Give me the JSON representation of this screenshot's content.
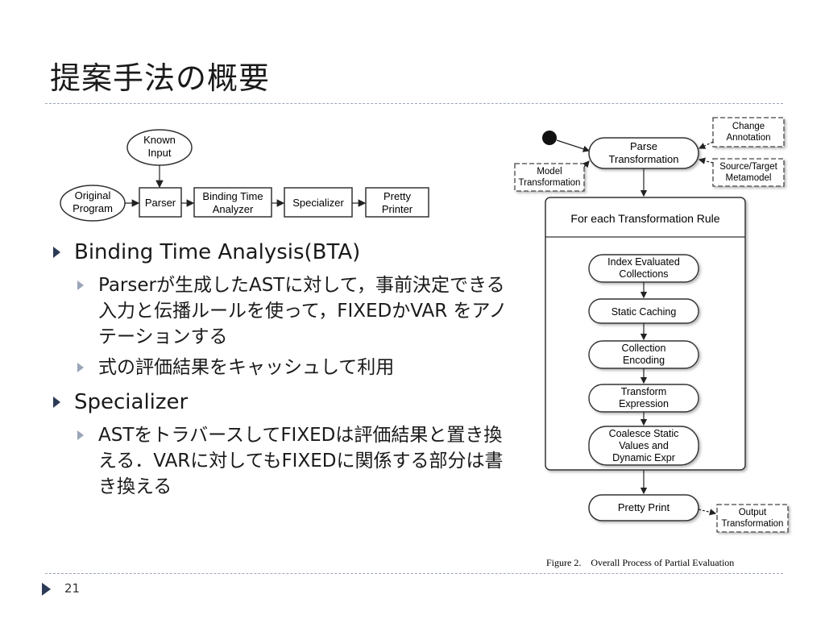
{
  "slide": {
    "title": "提案手法の概要",
    "page_number": "21"
  },
  "left_diagram": {
    "known_input": [
      "Known",
      "Input"
    ],
    "original_program": [
      "Original",
      "Program"
    ],
    "parser": "Parser",
    "bta": [
      "Binding Time",
      "Analyzer"
    ],
    "specializer": "Specializer",
    "pretty_printer": [
      "Pretty",
      "Printer"
    ]
  },
  "bullets": [
    {
      "text": "Binding Time Analysis(BTA)",
      "sub": [
        "Parserが生成したASTに対して，事前決定できる入力と伝播ルールを使って，FIXEDかVAR をアノテーションする",
        "式の評価結果をキャッシュして利用"
      ]
    },
    {
      "text": "Specializer",
      "sub": [
        "ASTをトラバースしてFIXEDは評価結果と置き換える．VARに対してもFIXEDに関係する部分は書き換える"
      ]
    }
  ],
  "right_diagram": {
    "change_annotation": [
      "Change",
      "Annotation"
    ],
    "parse_transformation": [
      "Parse",
      "Transformation"
    ],
    "model_transformation": [
      "Model",
      "Transformation"
    ],
    "source_target_metamodel": [
      "Source/Target",
      "Metamodel"
    ],
    "for_each_rule": "For each Transformation Rule",
    "index_evaluated": [
      "Index Evaluated",
      "Collections"
    ],
    "static_caching": "Static Caching",
    "collection_encoding": [
      "Collection",
      "Encoding"
    ],
    "transform_expression": [
      "Transform",
      "Expression"
    ],
    "coalesce": [
      "Coalesce Static",
      "Values and",
      "Dynamic Expr"
    ],
    "pretty_print": "Pretty Print",
    "output_transformation": [
      "Output",
      "Transformation"
    ],
    "caption": "Figure 2.    Overall Process of Partial Evaluation"
  }
}
